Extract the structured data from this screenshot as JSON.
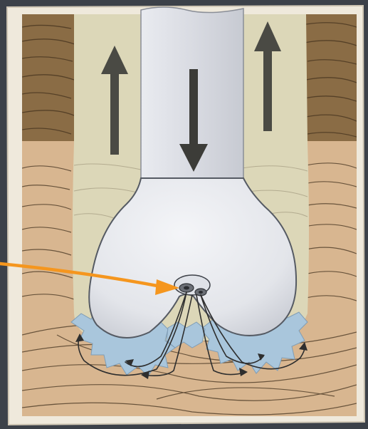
{
  "diagram": {
    "colors": {
      "slide_background": "#3c4149",
      "card_paper": "#efe9dc",
      "card_edge": "#cfc6b4",
      "drilling_fluid": "#dcd7b8",
      "upper_rock": "#8a6c45",
      "lower_rock": "#d8b690",
      "rock_strata_lines": "#3a2a18",
      "drill_pipe": "#d9dbe2",
      "drill_bit": "#e4e6eb",
      "bit_outline": "#555a63",
      "cutter_teeth": "#a9c6dc",
      "flow_arrow_up": "#4a4a44",
      "flow_arrow_down": "#3c3c38",
      "pointer_arrow": "#f5961e",
      "jet_nozzle": "#6b6f76",
      "circulation_paths": "#2e2e2e"
    },
    "flow": {
      "inside_pipe": "down",
      "annulus_left": "up",
      "annulus_right": "up"
    },
    "icons": {
      "pointer": "arrow-right",
      "nozzle": "jet-nozzle"
    }
  }
}
